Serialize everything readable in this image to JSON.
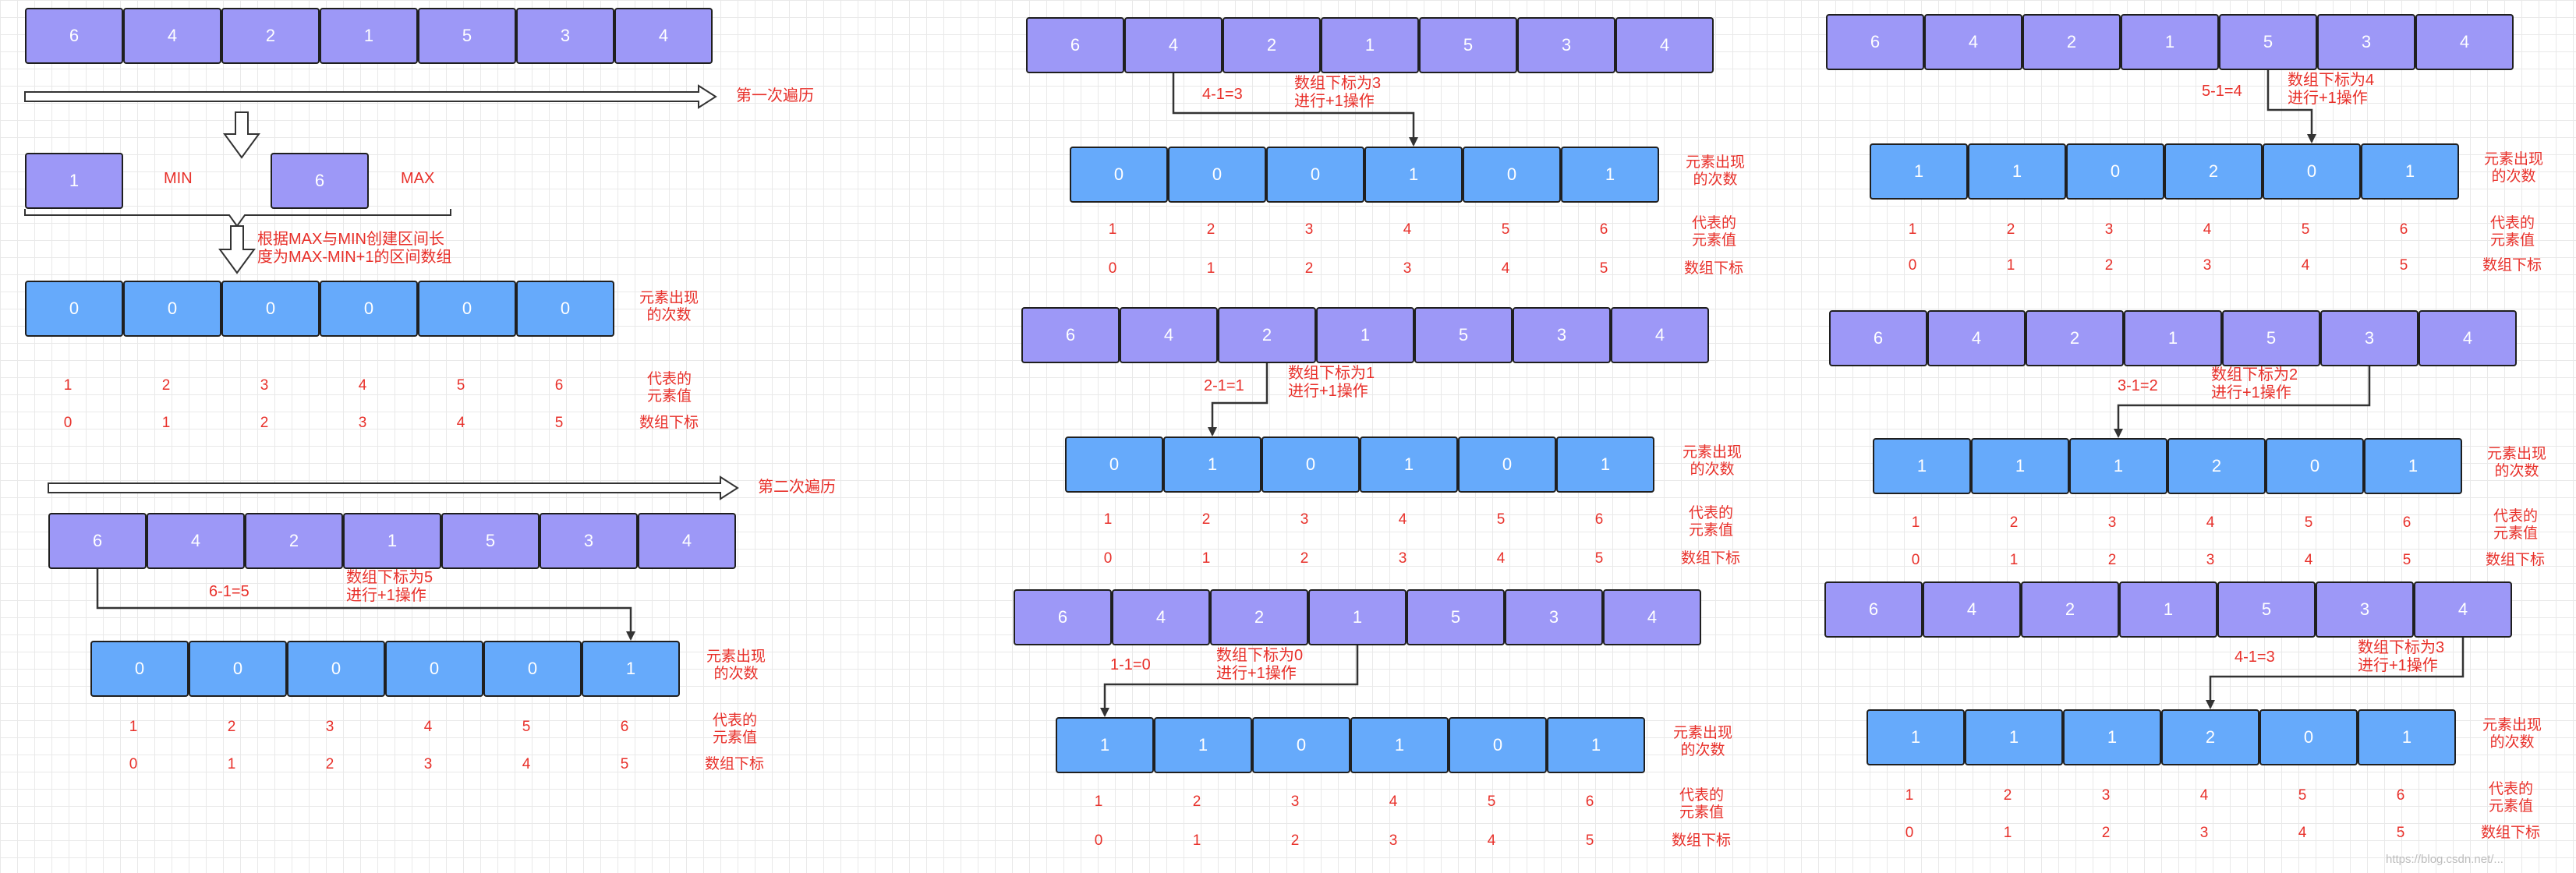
{
  "diagram": {
    "source_array": [
      "6",
      "4",
      "2",
      "1",
      "5",
      "3",
      "4"
    ],
    "labels": {
      "first_pass": "第一次遍历",
      "second_pass": "第二次遍历",
      "min": "MIN",
      "max": "MAX",
      "min_value": "1",
      "max_value": "6",
      "create_note": [
        "根据MAX与MIN创建区间长",
        "度为MAX-MIN+1的区间数组"
      ],
      "count_row": [
        "元素出现",
        "的次数"
      ],
      "value_row": [
        "代表的",
        "元素值"
      ],
      "index_row": "数组下标",
      "op_suffix": "进行+1操作"
    },
    "initial_counts": [
      "0",
      "0",
      "0",
      "0",
      "0",
      "0"
    ],
    "represented_values": [
      "1",
      "2",
      "3",
      "4",
      "5",
      "6"
    ],
    "indices": [
      "0",
      "1",
      "2",
      "3",
      "4",
      "5"
    ],
    "steps": [
      {
        "formula": "6-1=5",
        "note": "数组下标为5",
        "counts": [
          "0",
          "0",
          "0",
          "0",
          "0",
          "1"
        ]
      },
      {
        "formula": "4-1=3",
        "note": "数组下标为3",
        "counts": [
          "0",
          "0",
          "0",
          "1",
          "0",
          "1"
        ]
      },
      {
        "formula": "2-1=1",
        "note": "数组下标为1",
        "counts": [
          "0",
          "1",
          "0",
          "1",
          "0",
          "1"
        ]
      },
      {
        "formula": "1-1=0",
        "note": "数组下标为0",
        "counts": [
          "1",
          "1",
          "0",
          "1",
          "0",
          "1"
        ]
      },
      {
        "formula": "5-1=4",
        "note": "数组下标为4",
        "counts": [
          "1",
          "1",
          "0",
          "2",
          "0",
          "1"
        ]
      },
      {
        "formula": "3-1=2",
        "note": "数组下标为2",
        "counts": [
          "1",
          "1",
          "1",
          "2",
          "0",
          "1"
        ]
      },
      {
        "formula": "4-1=3",
        "note": "数组下标为3",
        "counts": [
          "1",
          "1",
          "1",
          "2",
          "0",
          "1"
        ]
      }
    ],
    "watermark": "https://blog.csdn.net/..."
  }
}
